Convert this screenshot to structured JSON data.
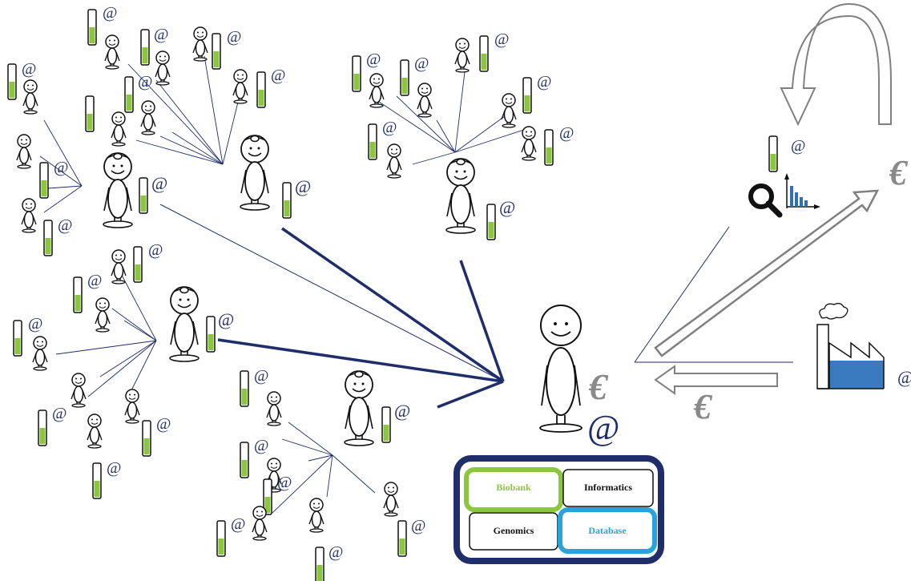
{
  "symbols": {
    "at": "@",
    "euro": "€"
  },
  "hub": {
    "cells": [
      {
        "label": "Biobank",
        "color": "#8cc63f"
      },
      {
        "label": "Informatics",
        "color": "#111111"
      },
      {
        "label": "Genomics",
        "color": "#111111"
      },
      {
        "label": "Database",
        "color": "#29a3dd"
      }
    ],
    "frame_color": "#1f2d6b",
    "biobank_border": "#8cc63f",
    "database_border": "#29a3dd"
  },
  "colors": {
    "line": "#1f2d6b",
    "tube_fill": "#8cc63f",
    "arrow": "#808080",
    "factory_fill": "#3a7bbf",
    "chart_bar": "#2f6fb6"
  },
  "icons": [
    "person-icon",
    "doctor-icon",
    "tube-icon",
    "magnifier-icon",
    "bar-chart-icon",
    "factory-icon",
    "arrow-icon",
    "curved-arrow-icon"
  ]
}
